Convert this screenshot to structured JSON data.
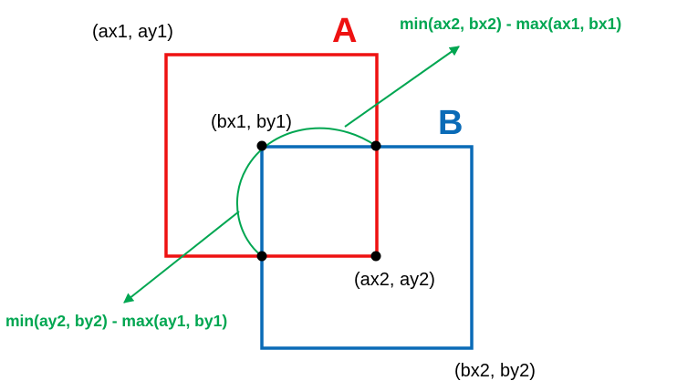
{
  "diagram": {
    "box_a": {
      "letter": "A",
      "corner_tl": "(ax1, ay1)",
      "corner_br": "(ax2, ay2)",
      "color": "#ee1111"
    },
    "box_b": {
      "letter": "B",
      "corner_tl": "(bx1, by1)",
      "corner_br": "(bx2, by2)",
      "color": "#0a6bb7"
    },
    "overlap_width_formula": "min(ax2, bx2) - max(ax1, bx1)",
    "overlap_height_formula": "min(ay2, by2) - max(ay1, by1)",
    "annotation_color": "#00a651",
    "point_color": "#000000"
  }
}
